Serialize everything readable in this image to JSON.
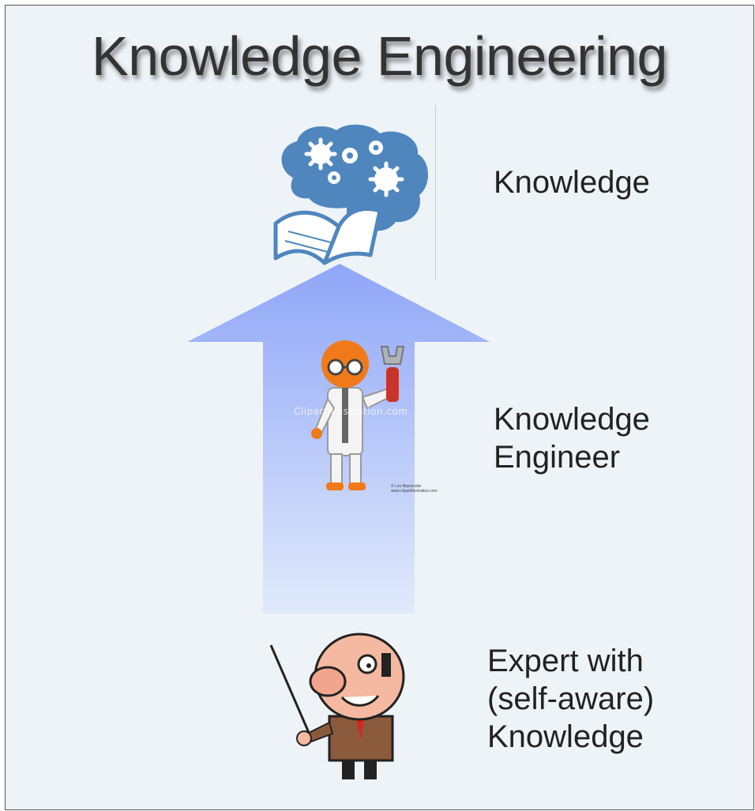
{
  "title": "Knowledge Engineering",
  "labels": {
    "knowledge": "Knowledge",
    "engineer": "Knowledge\nEngineer",
    "expert": "Expert with\n(self-aware)\nKnowledge"
  },
  "illustration": {
    "watermark": "Clipartillustration.com",
    "credit_line1": "© Leo Blanchette",
    "credit_line2": "www.clipartillustration.com"
  },
  "icons": [
    "brain-gears-book-icon",
    "engineer-robot-icon",
    "professor-pointer-icon",
    "upward-arrow"
  ],
  "colors": {
    "arrow_top": "#8fa6f8",
    "arrow_bottom": "#dfe9fb",
    "brain_blue": "#4f86be",
    "engineer_orange": "#f07a1a"
  }
}
